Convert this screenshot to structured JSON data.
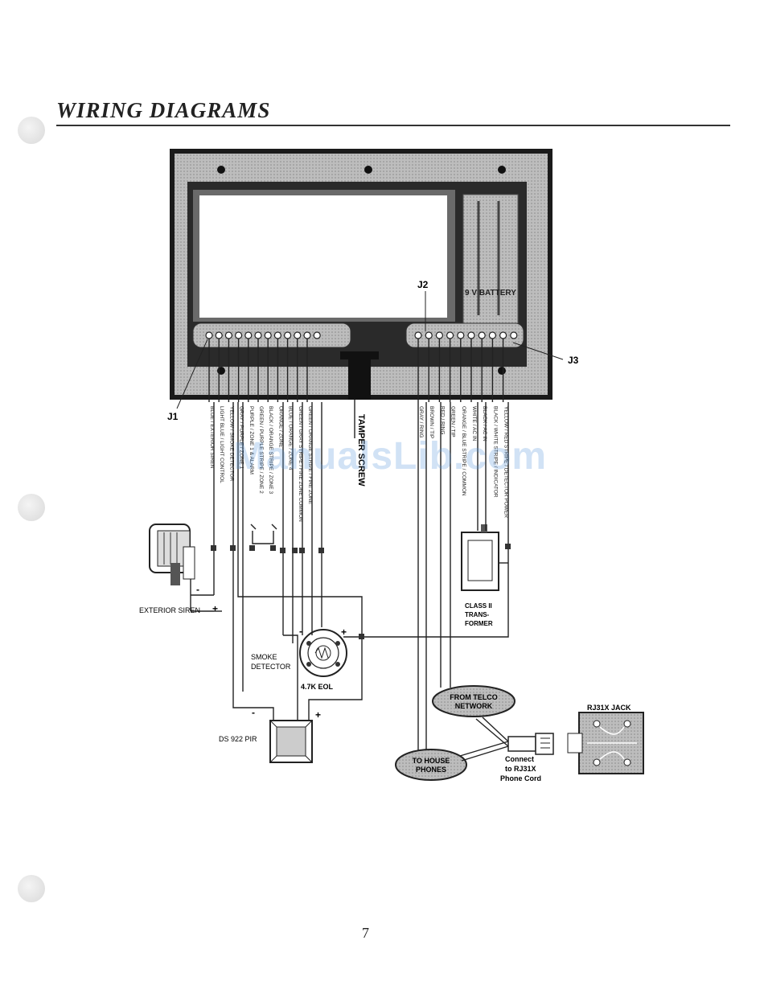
{
  "title": "WIRING DIAGRAMS",
  "page_number": "7",
  "watermark": "ManualsLib.com",
  "board": {
    "battery_label": "9 V BATTERY",
    "connector_j1": "J1",
    "connector_j2": "J2",
    "connector_j3": "J3",
    "tamper_label": "TAMPER SCREW"
  },
  "j1_wires": [
    "BLUE / EXTERIOR SIREN",
    "LIGHT BLUE / LIGHT CONTROL",
    "YELLOW / SMOKE DETECTOR",
    "GRAY / PURPLE / ZONE 1",
    "PURPLE / ZONE 1 & ALARM",
    "GREEN / PURPLE STRIPE / ZONE 2",
    "BLACK / ORANGE STRIPE / ZONE 3",
    "ORANGE / ZONE",
    "BLUE / ORANGE / ZONE 4",
    "GREEN / GRAY STRIPE / FIRE ZONE COMMON",
    "GREEN / ORANGE STRIPE / FIRE ZONE"
  ],
  "j2_j3_wires": [
    "GRAY / RING",
    "BROWN / TIP",
    "RED / RING",
    "GREEN / TIP",
    "ORANGE / BLUE STRIPE / COMMON",
    "WHITE / AC IN",
    "BLACK / AC IN",
    "BLACK / WHITE STRIPE / INDICATOR",
    "YELLOW / RED STRIPE / DETECTOR POWER"
  ],
  "components": {
    "exterior_siren": "EXTERIOR SIREN",
    "siren_neg": "-",
    "siren_pos": "+",
    "smoke_detector": "SMOKE DETECTOR",
    "eol": "4.7K EOL",
    "smoke_neg": "-",
    "smoke_pos": "+",
    "pir": "DS 922 PIR",
    "pir_neg": "-",
    "pir_pos": "+",
    "transformer": "CLASS II TRANSFORMER",
    "telco": "FROM TELCO NETWORK",
    "house_phones": "TO HOUSE PHONES",
    "connect_cord": "Connect to RJ31X Phone Cord",
    "rj31x_jack": "RJ31X JACK"
  }
}
